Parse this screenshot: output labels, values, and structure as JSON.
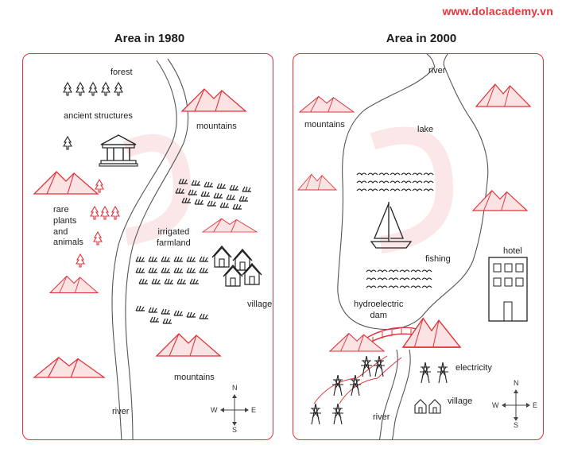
{
  "brand": "www.dolacademy.vn",
  "maps": [
    {
      "title": "Area in 1980",
      "labels": {
        "forest": "forest",
        "ancient": "ancient structures",
        "mountains_top": "mountains",
        "rare": "rare\nplants\nand\nanimals",
        "farmland": "irrigated\nfarmland",
        "village": "village",
        "mountains_bottom": "mountains",
        "river": "river"
      },
      "compass": {
        "n": "N",
        "s": "S",
        "e": "E",
        "w": "W"
      }
    },
    {
      "title": "Area in 2000",
      "labels": {
        "river_top": "river",
        "mountains": "mountains",
        "lake": "lake",
        "fishing": "fishing",
        "hotel": "hotel",
        "dam": "hydroelectric\ndam",
        "electricity": "electricity",
        "village": "village",
        "river_bottom": "river"
      },
      "compass": {
        "n": "N",
        "s": "S",
        "e": "E",
        "w": "W"
      }
    }
  ],
  "colors": {
    "accent": "#e0323a",
    "mountain_fill": "#fbe3e3",
    "ink": "#222222"
  },
  "icons": [
    "tree-icon",
    "temple-icon",
    "mountain-icon",
    "crop-icon",
    "house-icon",
    "boat-icon",
    "wave-icon",
    "hotel-icon",
    "pylon-icon",
    "compass-icon"
  ]
}
